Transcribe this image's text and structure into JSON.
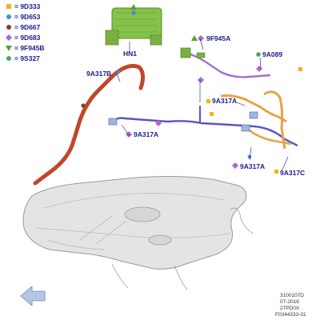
{
  "legend": [
    {
      "label": "9D333",
      "marker": "square",
      "color": "#f2b21b"
    },
    {
      "label": "9D653",
      "marker": "circle",
      "color": "#4a8ad8"
    },
    {
      "label": "9D667",
      "marker": "circle",
      "color": "#8b3b1f"
    },
    {
      "label": "9D683",
      "marker": "diamond",
      "color": "#b066d6"
    },
    {
      "label": "9F945B",
      "marker": "triangle",
      "color": "#5aa02c"
    },
    {
      "label": "9S327",
      "marker": "circle",
      "color": "#4aa86a"
    }
  ],
  "callouts": {
    "hn1": "HN1",
    "c_9f945a": "9F945A",
    "c_9a089": "9A089",
    "c_9a317b": "9A317B",
    "c_9a317a_top": "9A317A",
    "c_9a317a_left": "9A317A",
    "c_9a317a_bottom": "9A317A",
    "c_9a317c": "9A317C"
  },
  "reference": {
    "line1": "3100107D",
    "line2": "07-2016",
    "line3": "27PD0X",
    "line4": "F0344333-01"
  },
  "colors": {
    "canister": "#86c24a",
    "fill_pipe": "#c0472b",
    "purge_line": "#5a55c4",
    "vent_line": "#e8a24a",
    "vapor_line": "#9a74c8",
    "tank": "#e2e2e2"
  }
}
